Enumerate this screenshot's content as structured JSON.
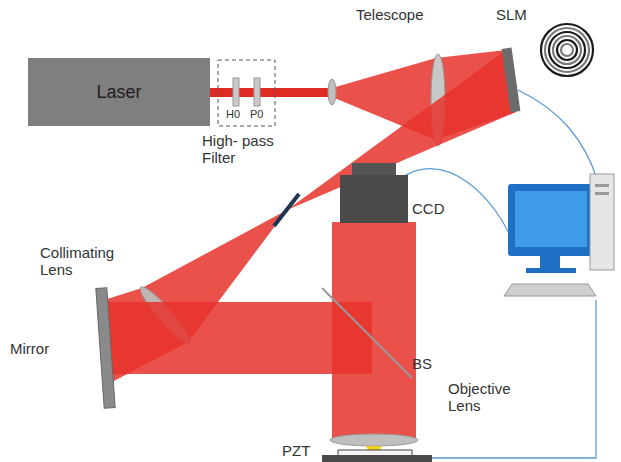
{
  "diagram": {
    "nodes": [
      {
        "text": [
          "Laser"
        ]
      }
    ],
    "labels": [
      "H0",
      "P0",
      "Telescope",
      "SLM",
      "High- pass Filter",
      "Collimating Lens",
      "Mirror",
      "CCD",
      "BS",
      "Objective Lens",
      "PZT"
    ]
  }
}
